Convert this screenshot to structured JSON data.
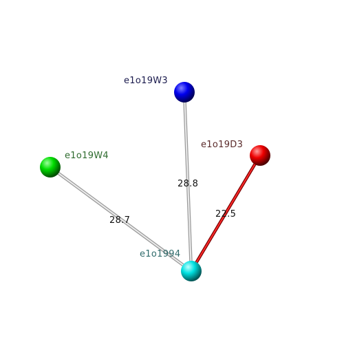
{
  "nodes": [
    {
      "id": "w3",
      "label": "e1o19W3",
      "color": "#0000ff",
      "label_color": "#1a1a4d"
    },
    {
      "id": "w4",
      "label": "e1o19W4",
      "color": "#00dd00",
      "label_color": "#2e6b2e"
    },
    {
      "id": "d3",
      "label": "e1o19D3",
      "color": "#ff0000",
      "label_color": "#5a2a2a"
    },
    {
      "id": "c94",
      "label": "e1o1994",
      "color": "#00e5e5",
      "label_color": "#2f6b6b"
    }
  ],
  "edges": [
    {
      "from": "c94",
      "to": "w3",
      "label": "28.8",
      "color": "#cccccc"
    },
    {
      "from": "c94",
      "to": "w4",
      "label": "28.7",
      "color": "#cccccc"
    },
    {
      "from": "c94",
      "to": "d3",
      "label": "22.5",
      "color": "#dd0000"
    }
  ]
}
